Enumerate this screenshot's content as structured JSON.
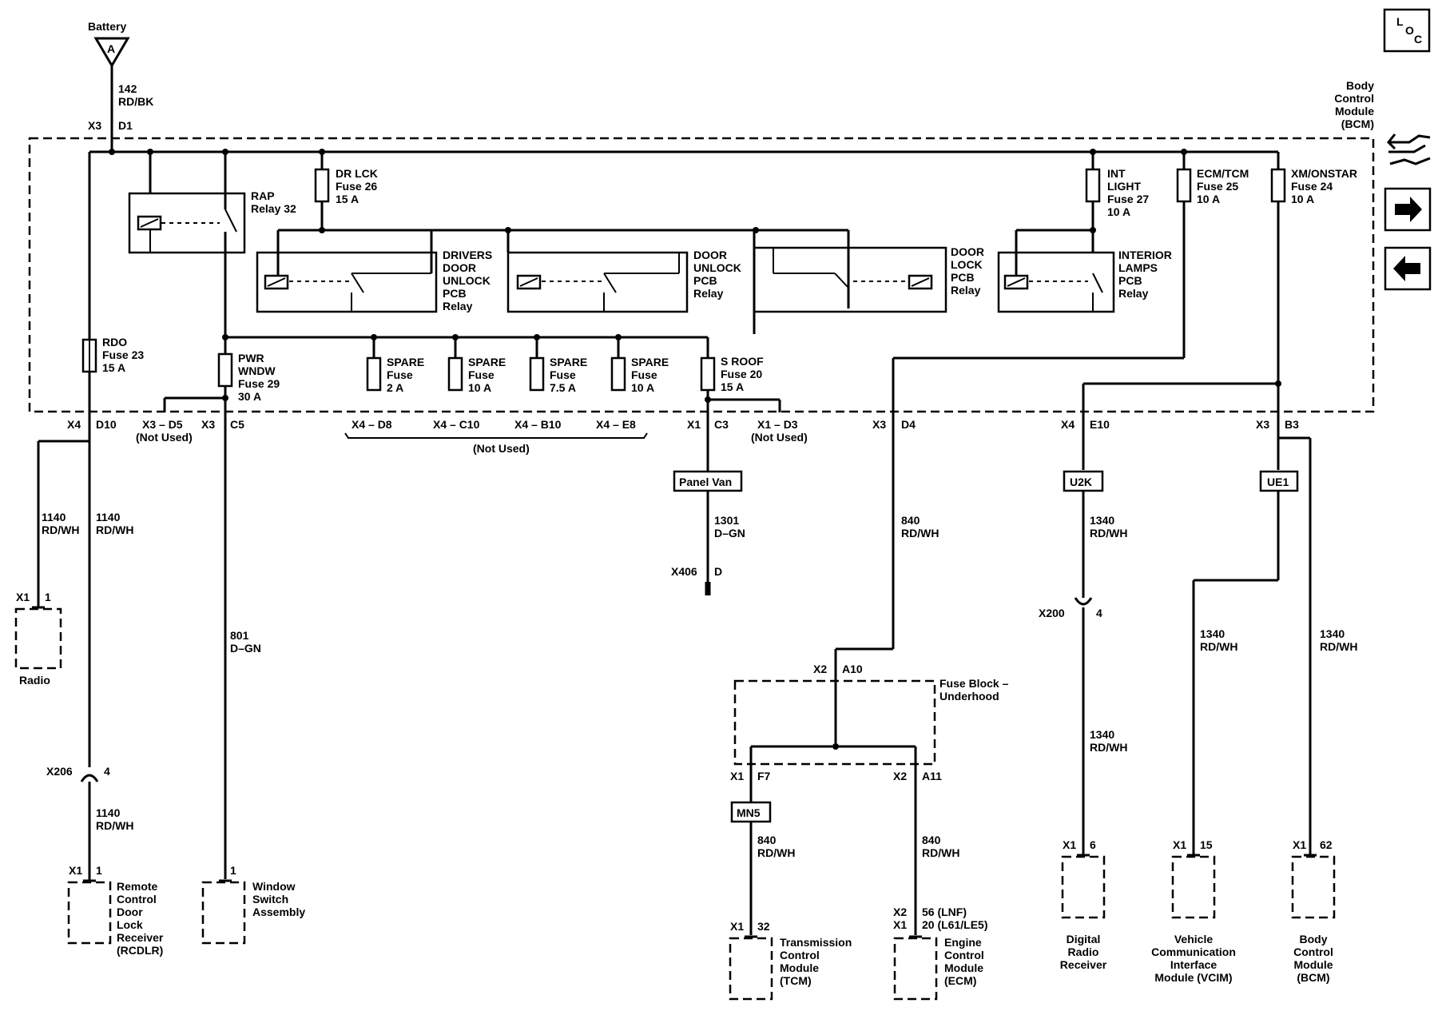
{
  "nav": {
    "loc_letters": [
      "L",
      "O",
      "C"
    ]
  },
  "battery": {
    "label": "Battery",
    "letter": "A"
  },
  "feed": {
    "circuit": "142",
    "color": "RD/BK",
    "conn": "X3",
    "pin": "D1"
  },
  "bcm": {
    "lines": [
      "Body",
      "Control",
      "Module",
      "(BCM)"
    ]
  },
  "fuses": {
    "dr_lck": [
      "DR LCK",
      "Fuse 26",
      "15 A"
    ],
    "int_light": [
      "INT",
      "LIGHT",
      "Fuse 27",
      "10 A"
    ],
    "ecm_tcm": [
      "ECM/TCM",
      "Fuse 25",
      "10 A"
    ],
    "xm_onstar": [
      "XM/ONSTAR",
      "Fuse 24",
      "10 A"
    ],
    "rdo": [
      "RDO",
      "Fuse 23",
      "15 A"
    ],
    "pwr_wndw": [
      "PWR",
      "WNDW",
      "Fuse 29",
      "30 A"
    ],
    "spare_2a": [
      "SPARE",
      "Fuse",
      "2 A"
    ],
    "spare_10a_1": [
      "SPARE",
      "Fuse",
      "10 A"
    ],
    "spare_7_5a": [
      "SPARE",
      "Fuse",
      "7.5 A"
    ],
    "spare_10a_2": [
      "SPARE",
      "Fuse",
      "10 A"
    ],
    "s_roof": [
      "S ROOF",
      "Fuse 20",
      "15 A"
    ]
  },
  "relays": {
    "rap": [
      "RAP",
      "Relay 32"
    ],
    "drivers": [
      "DRIVERS",
      "DOOR",
      "UNLOCK",
      "PCB",
      "Relay"
    ],
    "door_unlock": [
      "DOOR",
      "UNLOCK",
      "PCB",
      "Relay"
    ],
    "door_lock": [
      "DOOR",
      "LOCK",
      "PCB",
      "Relay"
    ],
    "interior": [
      "INTERIOR",
      "LAMPS",
      "PCB",
      "Relay"
    ]
  },
  "pins": {
    "x4_d10": [
      "X4",
      "D10"
    ],
    "x3_d5": "X3 – D5",
    "x3_c5": [
      "X3",
      "C5"
    ],
    "x4_d8": "X4 – D8",
    "x4_c10": "X4 – C10",
    "x4_b10": "X4 – B10",
    "x4_e8": "X4 – E8",
    "x1_c3": [
      "X1",
      "C3"
    ],
    "x1_d3": "X1 – D3",
    "x3_d4": [
      "X3",
      "D4"
    ],
    "x4_e10": [
      "X4",
      "E10"
    ],
    "x3_b3": [
      "X3",
      "B3"
    ],
    "not_used": "(Not Used)"
  },
  "wires": {
    "w1140": [
      "1140",
      "RD/WH"
    ],
    "w801": [
      "801",
      "D–GN"
    ],
    "w1301": [
      "1301",
      "D–GN"
    ],
    "w840": [
      "840",
      "RD/WH"
    ],
    "w1340": [
      "1340",
      "RD/WH"
    ]
  },
  "options": {
    "panel_van": "Panel Van",
    "u2k": "U2K",
    "ue1": "UE1",
    "mn5": "MN5"
  },
  "connectors": {
    "x406": [
      "X406",
      "D"
    ],
    "x206": [
      "X206",
      "4"
    ],
    "x200": [
      "X200",
      "4"
    ]
  },
  "fuse_block": {
    "label": [
      "Fuse Block –",
      "Underhood"
    ],
    "x2_a10": [
      "X2",
      "A10"
    ],
    "x1_f7": [
      "X1",
      "F7"
    ],
    "x2_a11": [
      "X2",
      "A11"
    ]
  },
  "components": {
    "radio": {
      "pin": [
        "X1",
        "1"
      ],
      "name": [
        "Radio"
      ]
    },
    "rcdlr": {
      "pin": [
        "X1",
        "1"
      ],
      "name": [
        "Remote",
        "Control",
        "Door",
        "Lock",
        "Receiver",
        "(RCDLR)"
      ]
    },
    "window": {
      "pin": [
        "1"
      ],
      "name": [
        "Window",
        "Switch",
        "Assembly"
      ]
    },
    "tcm": {
      "pin": [
        "X1",
        "32"
      ],
      "name": [
        "Transmission",
        "Control",
        "Module",
        "(TCM)"
      ]
    },
    "ecm": {
      "pin_top": [
        "X2",
        "56 (LNF)"
      ],
      "pin_bottom": [
        "X1",
        "20 (L61/LE5)"
      ],
      "name": [
        "Engine",
        "Control",
        "Module",
        "(ECM)"
      ]
    },
    "digital_radio": {
      "pin": [
        "X1",
        "6"
      ],
      "name": [
        "Digital",
        "Radio",
        "Receiver"
      ]
    },
    "vcim": {
      "pin": [
        "X1",
        "15"
      ],
      "name": [
        "Vehicle",
        "Communication",
        "Interface",
        "Module (VCIM)"
      ]
    },
    "bcm2": {
      "pin": [
        "X1",
        "62"
      ],
      "name": [
        "Body",
        "Control",
        "Module",
        "(BCM)"
      ]
    }
  }
}
